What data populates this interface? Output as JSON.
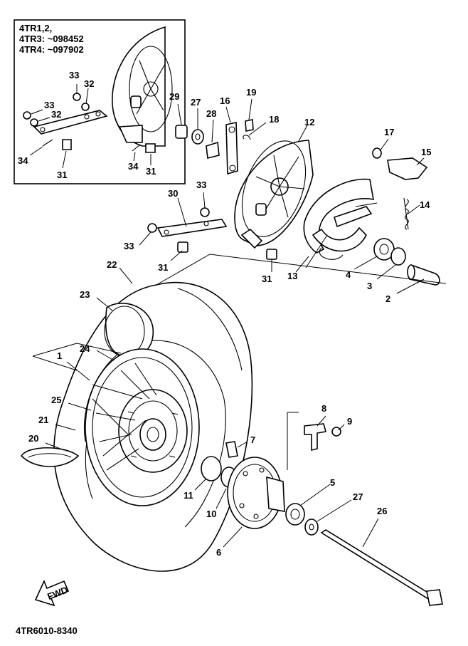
{
  "inset": {
    "lines": [
      "4TR1,2,",
      "4TR3: ~098452",
      "4TR4: ~097902"
    ],
    "callouts": [
      "33",
      "32",
      "33",
      "32",
      "34",
      "31",
      "34",
      "31"
    ]
  },
  "callouts": {
    "c29": "29",
    "c27a": "27",
    "c16": "16",
    "c19": "19",
    "c28": "28",
    "c18": "18",
    "c12": "12",
    "c17": "17",
    "c15": "15",
    "c33a": "33",
    "c30": "30",
    "c14": "14",
    "c33b": "33",
    "c31a": "31",
    "c31b": "31",
    "c13": "13",
    "c4": "4",
    "c3": "3",
    "c2": "2",
    "c22": "22",
    "c23": "23",
    "c24": "24",
    "c1": "1",
    "c25": "25",
    "c21": "21",
    "c20": "20",
    "c8": "8",
    "c9": "9",
    "c7": "7",
    "c11": "11",
    "c10": "10",
    "c5": "5",
    "c27b": "27",
    "c26": "26",
    "c6": "6"
  },
  "fwd_label": "FWD",
  "diagram_code": "4TR6010-8340",
  "icons": [
    "fwd-arrow-icon"
  ]
}
